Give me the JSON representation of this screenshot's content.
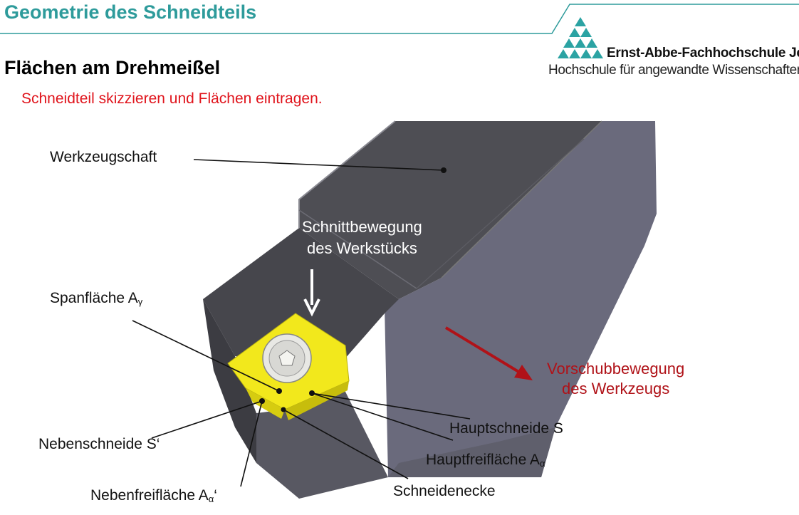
{
  "header": {
    "title": "Geometrie des Schneidteils",
    "accent_color": "#2e9b9b"
  },
  "logo": {
    "name": "Ernst-Abbe-Fachhochschule Jena",
    "subtitle": "Hochschule für angewandte Wissenschaften",
    "icon": "triangle-logo-icon"
  },
  "section": {
    "heading": "Flächen am Drehmeißel",
    "task": "Schneidteil skizzieren und Flächen eintragen.",
    "task_color": "#e0141c"
  },
  "figure": {
    "labels": {
      "shank": "Werkzeugschaft",
      "cut_motion_line1": "Schnittbewegung",
      "cut_motion_line2": "des Werkstücks",
      "feed_motion_line1": "Vorschubbewegung",
      "feed_motion_line2": "des Werkzeugs",
      "rake_face": "Spanfläche A",
      "rake_face_sub": "γ",
      "main_edge": "Hauptschneide S",
      "main_flank": "Hauptfreifläche A",
      "main_flank_sub": "α",
      "minor_edge": "Nebenschneide S‘",
      "minor_flank": "Nebenfreifläche A",
      "minor_flank_sub": "α",
      "minor_flank_suffix": "‘",
      "corner": "Schneidenecke"
    },
    "colors": {
      "insert": "#f2e81c",
      "tool_body": "#55555f",
      "feed_arrow": "#b01218"
    }
  }
}
